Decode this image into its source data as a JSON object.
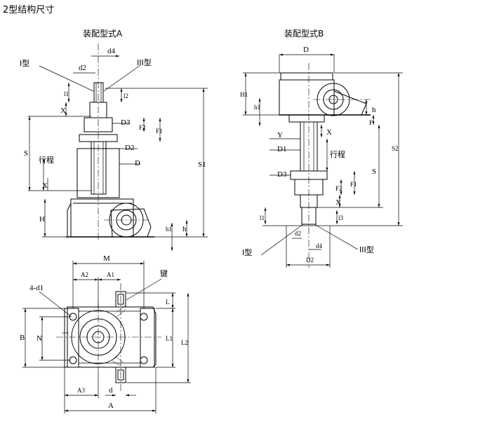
{
  "heading": "2型结构尺寸",
  "view_a": {
    "title": "装配型式A",
    "labels": {
      "type1": "I型",
      "type3": "III型",
      "d4": "d4",
      "d2": "d2",
      "l1": "l1",
      "l2": "l2",
      "x_top": "X",
      "x_bottom": "X",
      "D3": "D3",
      "F2": "F2",
      "F1": "F1",
      "D2": "D2",
      "D": "D",
      "S": "S",
      "stroke": "行程",
      "H": "H",
      "h1": "h1",
      "h": "h",
      "S1": "S1"
    }
  },
  "view_b": {
    "title": "装配型式B",
    "labels": {
      "D": "D",
      "H1": "H1",
      "h1": "h1",
      "h": "h",
      "F": "F",
      "X_upper": "X",
      "Y": "Y",
      "D1": "D1",
      "stroke": "行程",
      "D3": "D3",
      "S": "S",
      "S2": "S2",
      "F2": "F2",
      "F1": "F1",
      "X_lower": "X",
      "l1": "l1",
      "l3": "l3",
      "d2": "d2",
      "d4": "d4",
      "D2": "D2",
      "type1": "I型",
      "type3": "III型"
    }
  },
  "plan_view": {
    "labels": {
      "M": "M",
      "A2": "A2",
      "A1": "A1",
      "key": "键",
      "holes": "4-d1",
      "B": "B",
      "N": "N",
      "L": "L",
      "L1": "L1",
      "L2": "L2",
      "A3": "A3",
      "d": "d",
      "A": "A"
    }
  },
  "colors": {
    "line": "#000000",
    "background": "#ffffff"
  }
}
